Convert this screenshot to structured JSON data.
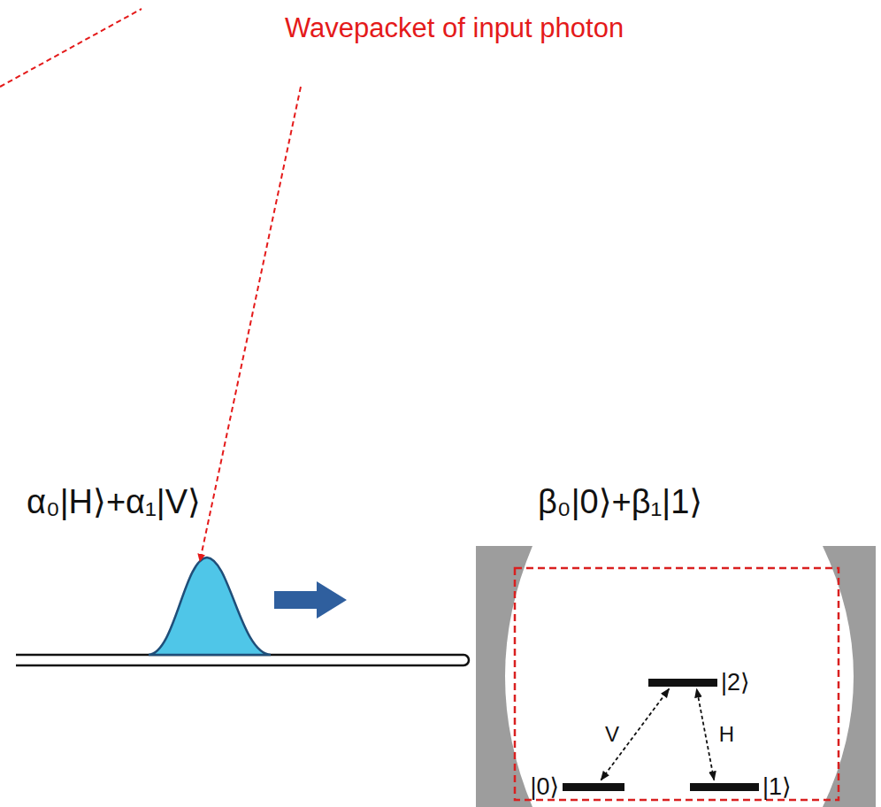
{
  "diagram": {
    "nodes": [
      {
        "text": [
          "|2⟩"
        ]
      },
      {
        "text": [
          "|0⟩"
        ]
      },
      {
        "text": [
          "|1⟩"
        ]
      }
    ],
    "edges": [
      {
        "from": 1,
        "to": 0,
        "arrow": "both",
        "label": "V"
      },
      {
        "from": 2,
        "to": 0,
        "arrow": "both",
        "label": "H"
      }
    ],
    "labels": [
      "Wavepacket of input photon",
      "α₀|H⟩+α₁|V⟩",
      "β₀|0⟩+β₁|1⟩"
    ]
  }
}
